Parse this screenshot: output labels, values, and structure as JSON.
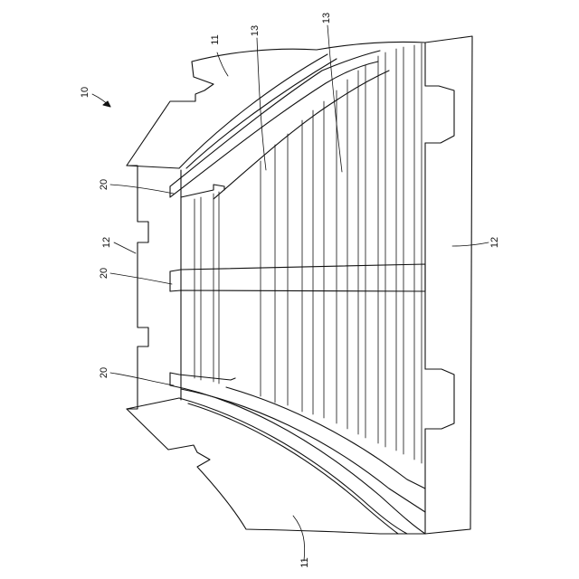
{
  "figure": {
    "reference_numerals": {
      "assembly": "10",
      "side_panel_top": "11",
      "side_panel_bottom": "11",
      "base_plate_left": "12",
      "base_plate_right": "12",
      "curved_rail_left": "13",
      "curved_rail_right": "13",
      "rib_top": "20",
      "rib_middle": "20",
      "rib_bottom": "20"
    }
  }
}
